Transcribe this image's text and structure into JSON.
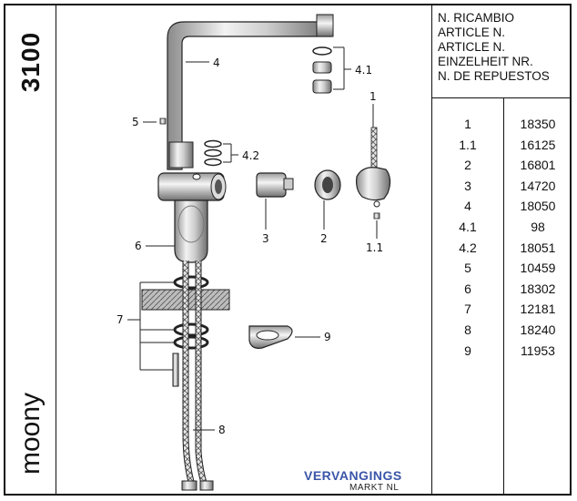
{
  "model": {
    "number": "3100",
    "name": "moony"
  },
  "table": {
    "header_lines": [
      "N. RICAMBIO",
      "ARTICLE N.",
      "ARTICLE N.",
      "EINZELHEIT NR.",
      "N. DE REPUESTOS"
    ],
    "rows": [
      {
        "part": "1",
        "article": "18350"
      },
      {
        "part": "1.1",
        "article": "16125"
      },
      {
        "part": "2",
        "article": "16801"
      },
      {
        "part": "3",
        "article": "14720"
      },
      {
        "part": "4",
        "article": "18050"
      },
      {
        "part": "4.1",
        "article": "98"
      },
      {
        "part": "4.2",
        "article": "18051"
      },
      {
        "part": "5",
        "article": "10459"
      },
      {
        "part": "6",
        "article": "18302"
      },
      {
        "part": "7",
        "article": "12181"
      },
      {
        "part": "8",
        "article": "18240"
      },
      {
        "part": "9",
        "article": "11953"
      }
    ]
  },
  "callouts": {
    "c1": "1",
    "c1_1": "1.1",
    "c2": "2",
    "c3": "3",
    "c4": "4",
    "c4_1": "4.1",
    "c4_2": "4.2",
    "c5": "5",
    "c6": "6",
    "c7": "7",
    "c8": "8",
    "c9": "9"
  },
  "watermark": {
    "line1": "VERVANGINGS",
    "line2": "MARKT NL"
  }
}
